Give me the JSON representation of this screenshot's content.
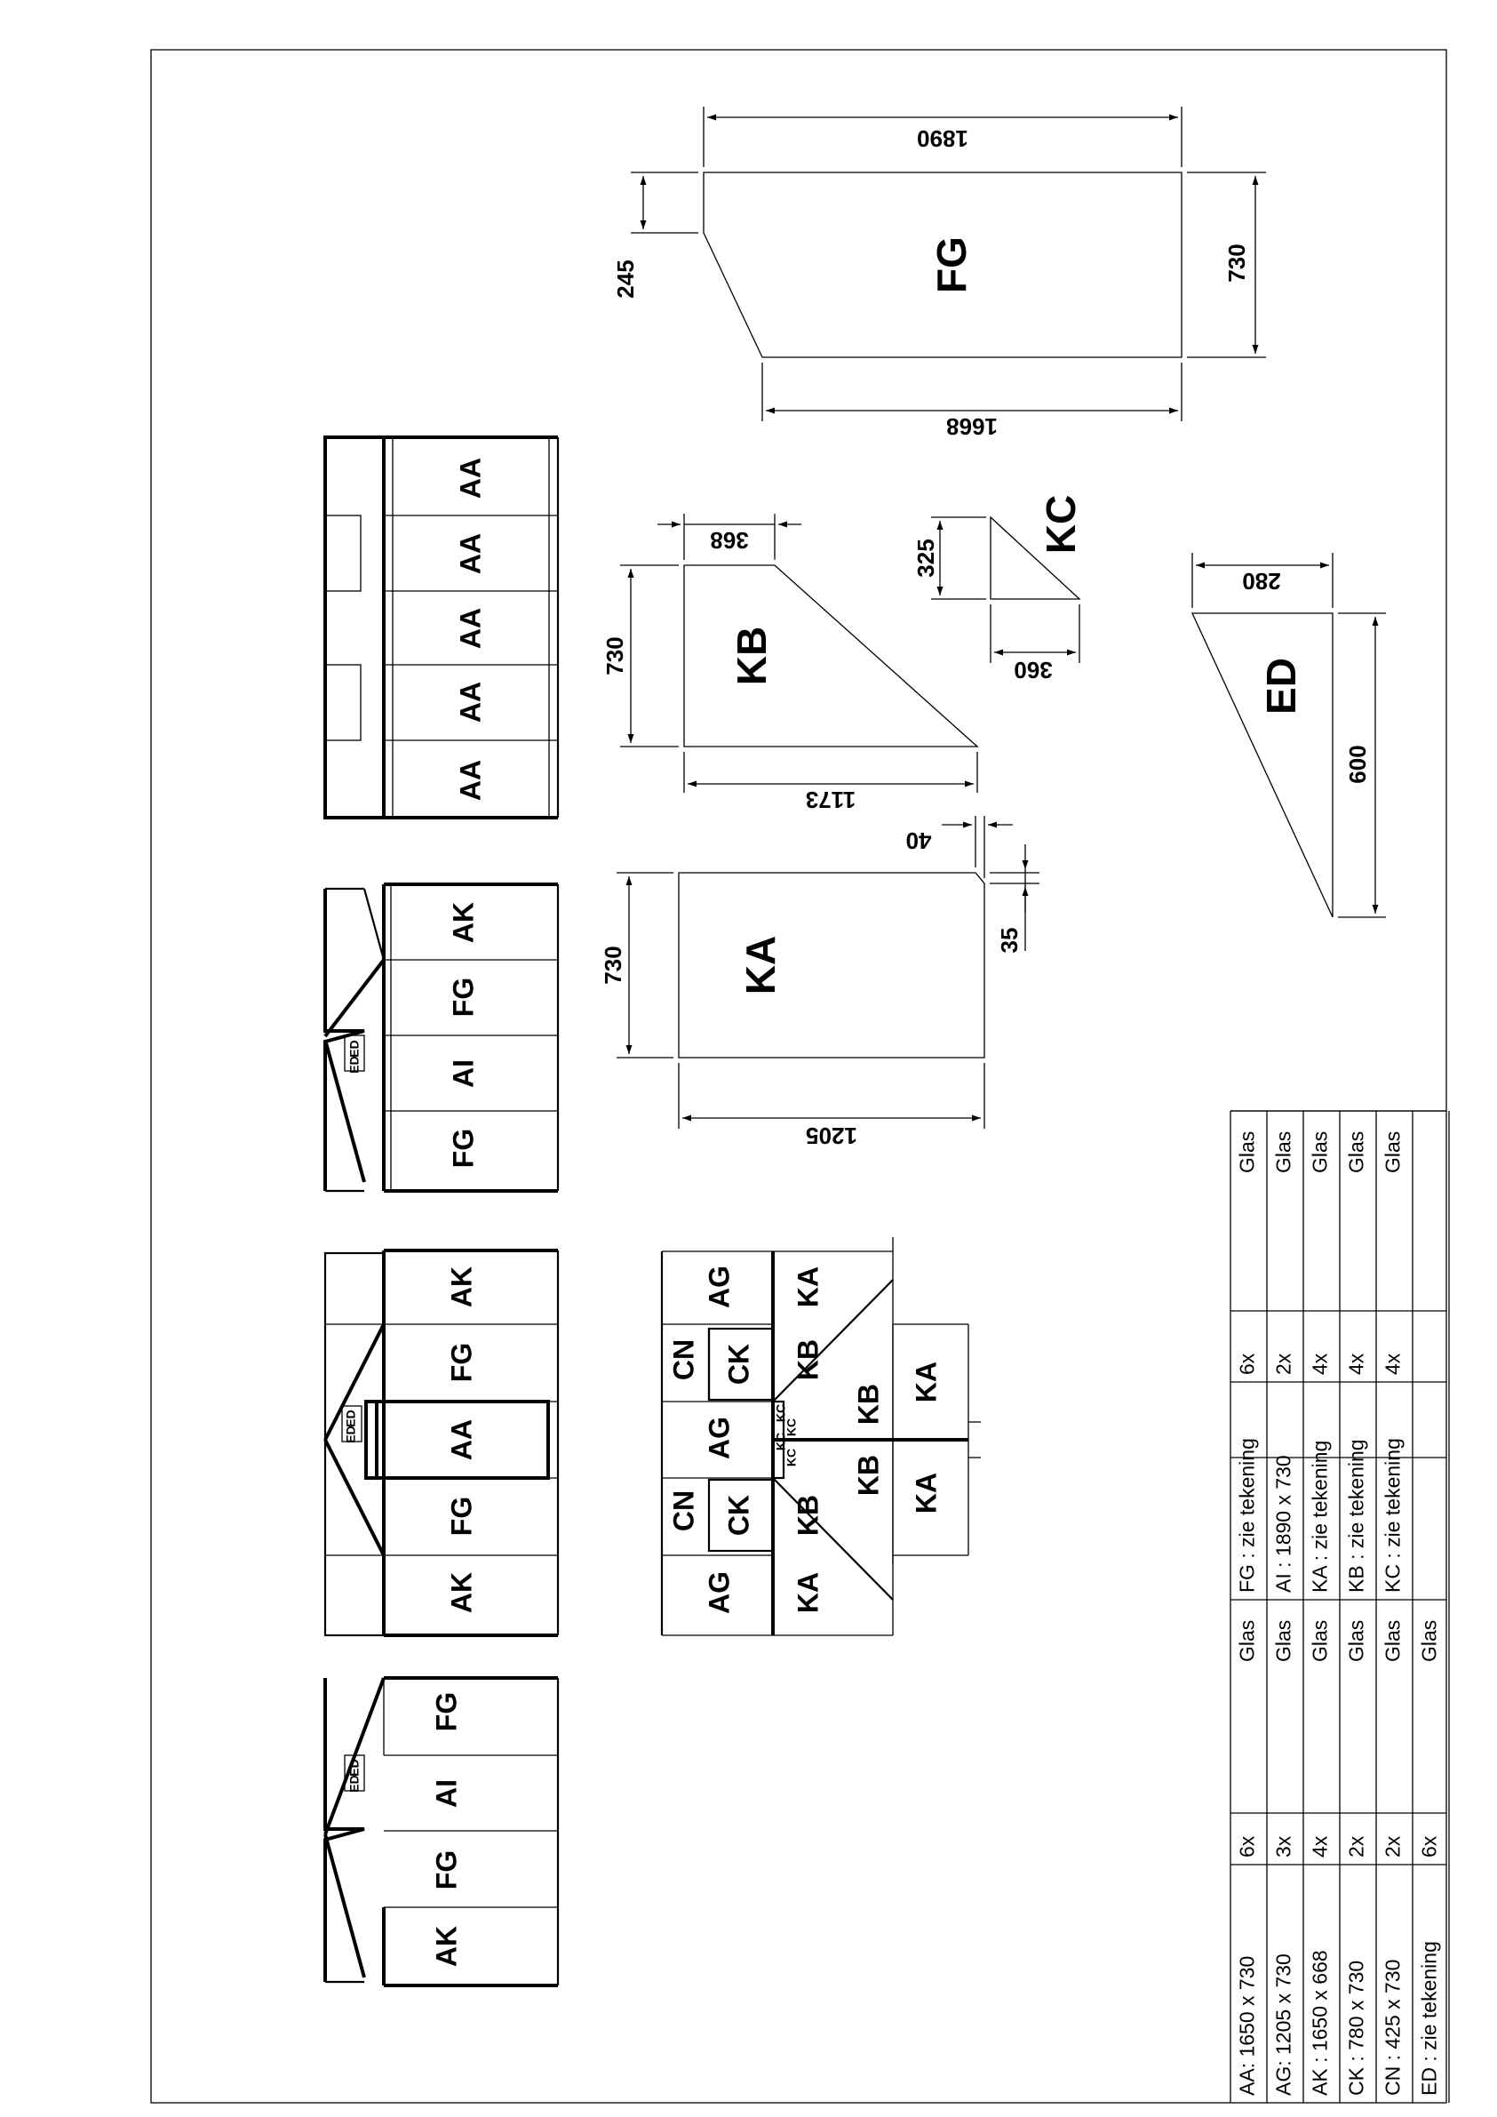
{
  "labels": {
    "AA": "AA",
    "AK": "AK",
    "FG": "FG",
    "AI": "AI",
    "ED": "ED",
    "AG": "AG",
    "CN": "CN",
    "CK": "CK",
    "KA": "KA",
    "KB": "KB",
    "KC": "KC"
  },
  "dims": {
    "fg_w": "1890",
    "fg_h": "730",
    "fg_cut": "245",
    "fg_b": "1668",
    "kb_top": "368",
    "kb_h": "730",
    "kb_b": "1173",
    "kc_h": "325",
    "kc_w": "360",
    "ed_w": "280",
    "ed_h": "600",
    "ka_h": "730",
    "ka_b": "1205",
    "ka_cw": "40",
    "ka_ch": "35"
  },
  "table": {
    "col1": [
      {
        "name": "AA: 1650 x 730",
        "qty": "6x",
        "mat": "Glas"
      },
      {
        "name": "AG: 1205 x 730",
        "qty": "3x",
        "mat": "Glas"
      },
      {
        "name": "AK : 1650 x 668",
        "qty": "4x",
        "mat": "Glas"
      },
      {
        "name": "CK : 780 x 730",
        "qty": "2x",
        "mat": "Glas"
      },
      {
        "name": "CN : 425 x 730",
        "qty": "2x",
        "mat": "Glas"
      },
      {
        "name": "ED : zie tekening",
        "qty": "6x",
        "mat": "Glas"
      }
    ],
    "col2": [
      {
        "name": "FG : zie tekening",
        "qty": "6x",
        "mat": "Glas"
      },
      {
        "name": "AI : 1890 x 730",
        "qty": "2x",
        "mat": "Glas"
      },
      {
        "name": "KA : zie tekening",
        "qty": "4x",
        "mat": "Glas"
      },
      {
        "name": "KB : zie tekening",
        "qty": "4x",
        "mat": "Glas"
      },
      {
        "name": "KC : zie tekening",
        "qty": "4x",
        "mat": "Glas"
      }
    ]
  }
}
